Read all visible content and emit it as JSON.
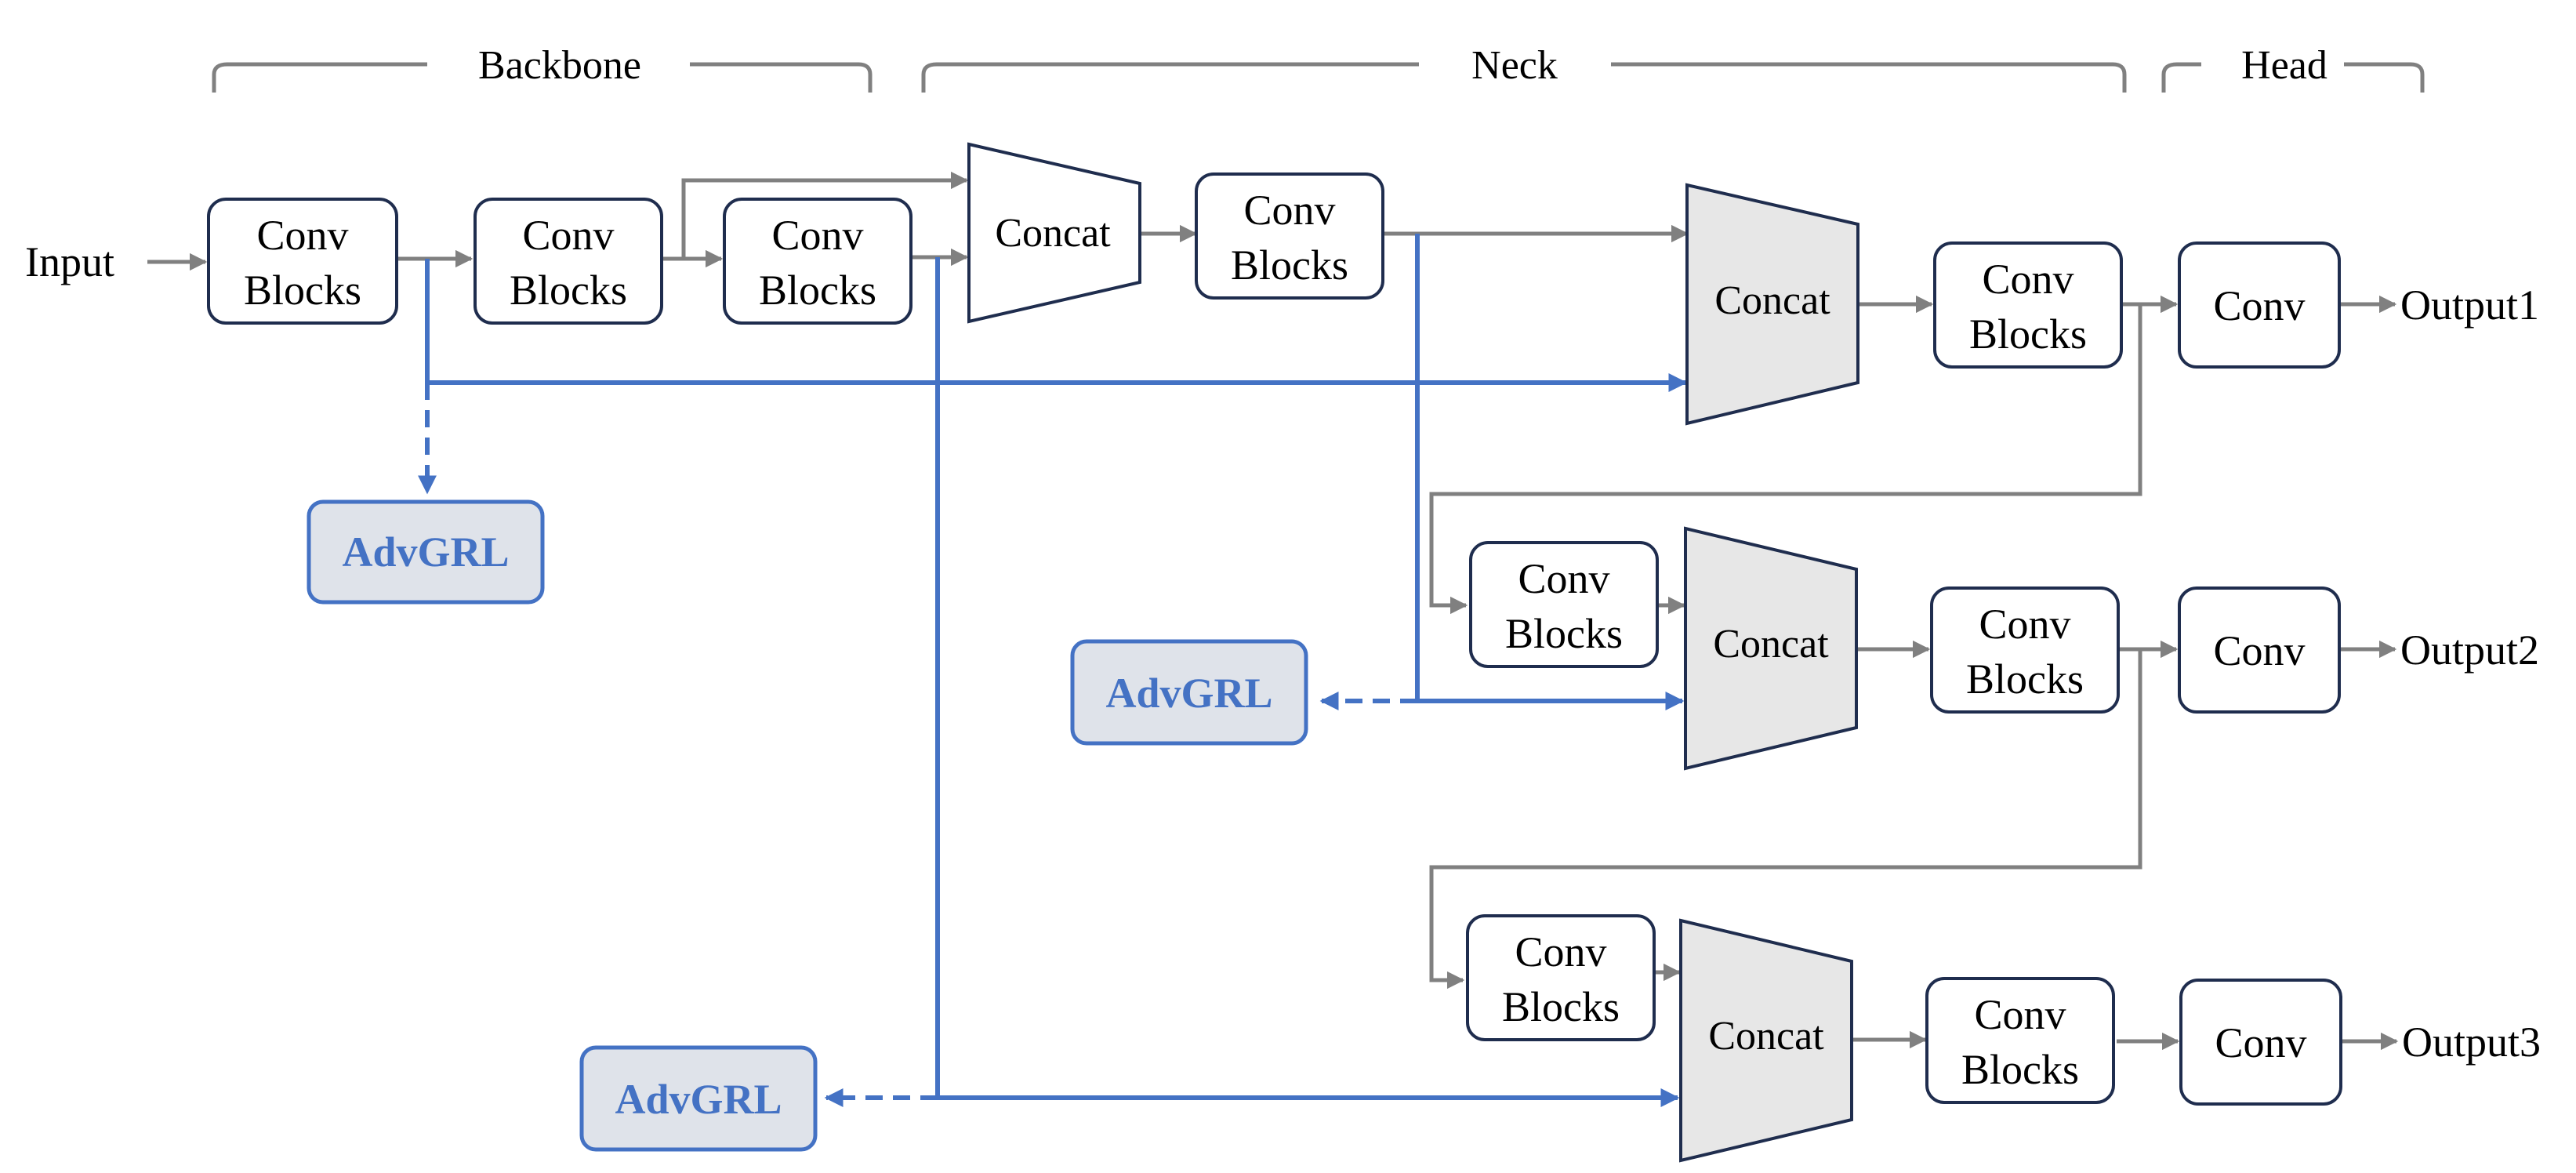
{
  "sections": {
    "backbone": "Backbone",
    "neck": "Neck",
    "head": "Head"
  },
  "input_label": "Input",
  "conv_blocks": {
    "line1": "Conv",
    "line2": "Blocks"
  },
  "concat_label": "Concat",
  "conv_label": "Conv",
  "advgrl_label": "AdvGRL",
  "outputs": [
    "Output1",
    "Output2",
    "Output3"
  ],
  "colors": {
    "gray_arrow": "#808080",
    "blue_arrow": "#4472c4",
    "box_border": "#1f2d4e",
    "adv_fill": "#dfe3ea",
    "concat_fill": "#e7e7e7"
  }
}
